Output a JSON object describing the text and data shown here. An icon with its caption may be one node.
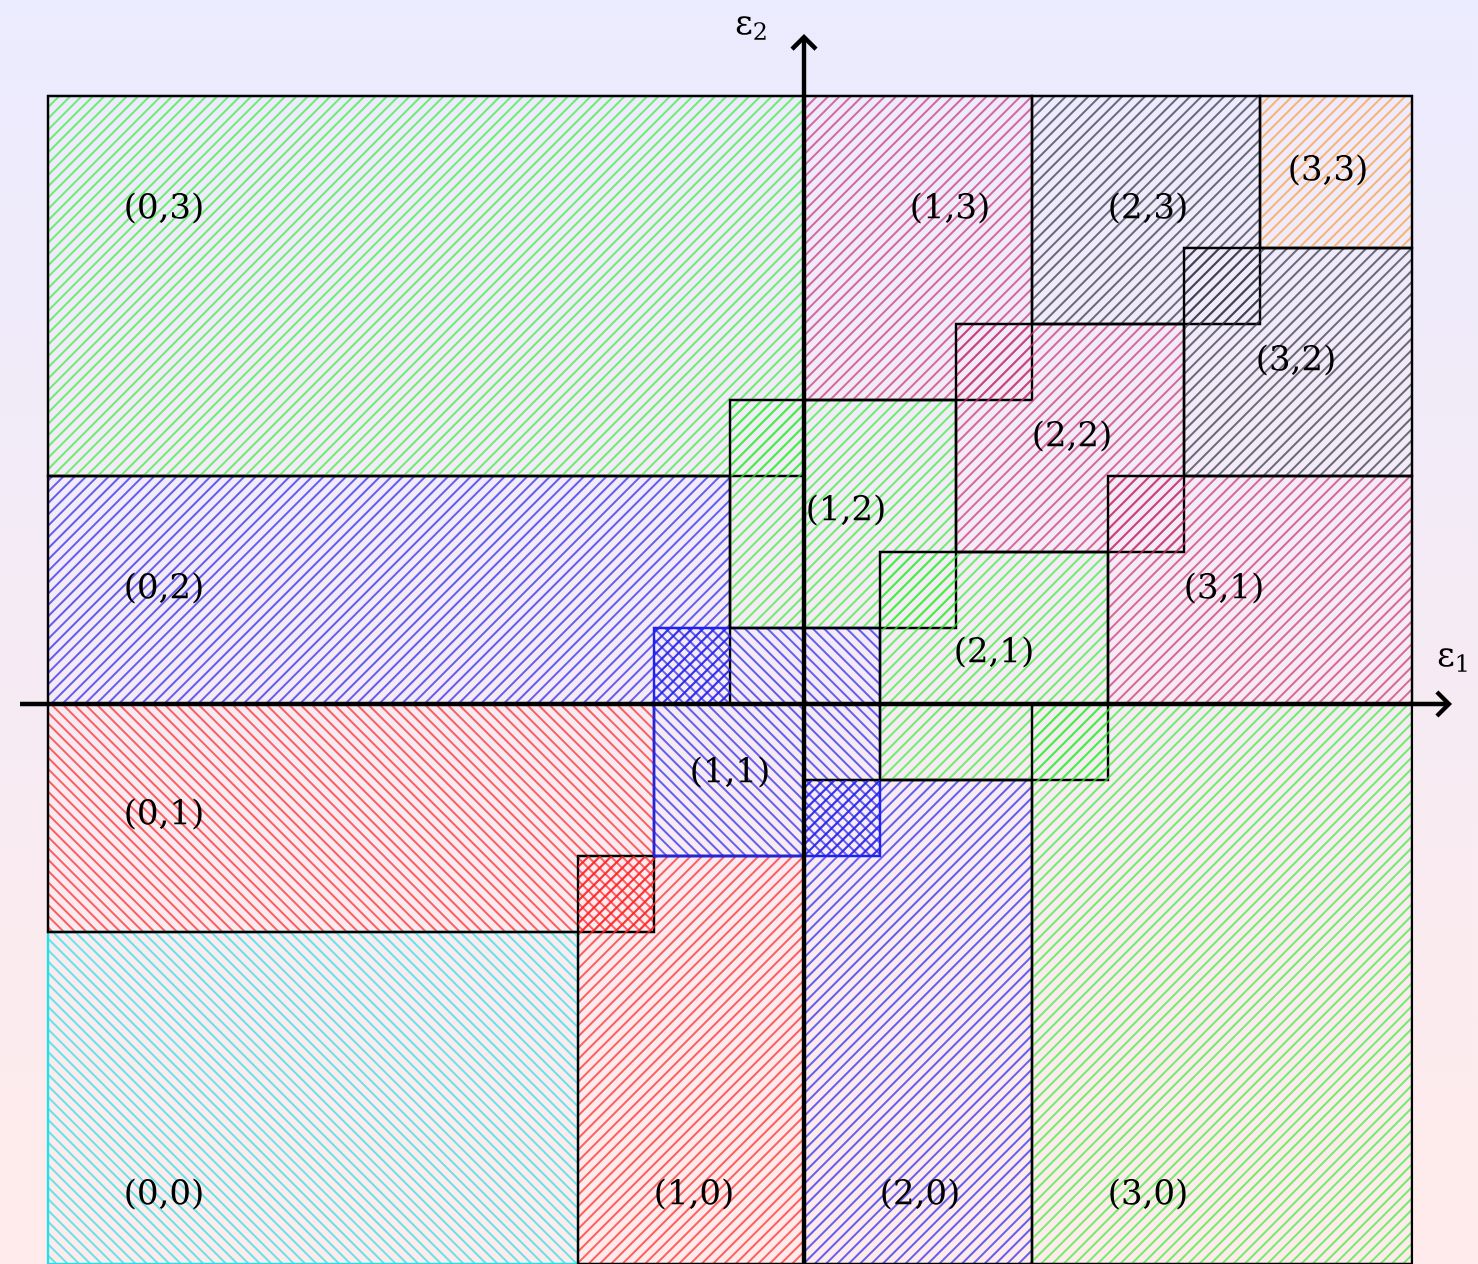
{
  "diagram": {
    "nodes": [
      {
        "text": [
          "(0,0)"
        ]
      },
      {
        "text": [
          "(0,1)"
        ]
      },
      {
        "text": [
          "(1,0)"
        ]
      },
      {
        "text": [
          "(0,2)"
        ]
      },
      {
        "text": [
          "(1,1)"
        ]
      },
      {
        "text": [
          "(2,0)"
        ]
      },
      {
        "text": [
          "(0,3)"
        ]
      },
      {
        "text": [
          "(1,2)"
        ]
      },
      {
        "text": [
          "(2,1)"
        ]
      },
      {
        "text": [
          "(3,0)"
        ]
      },
      {
        "text": [
          "(1,3)"
        ]
      },
      {
        "text": [
          "(2,2)"
        ]
      },
      {
        "text": [
          "(3,1)"
        ]
      },
      {
        "text": [
          "(2,3)"
        ]
      },
      {
        "text": [
          "(3,2)"
        ]
      },
      {
        "text": [
          "(3,3)"
        ]
      }
    ],
    "labels": [
      "ε$_{2}$",
      "ε$_{1}$"
    ]
  }
}
